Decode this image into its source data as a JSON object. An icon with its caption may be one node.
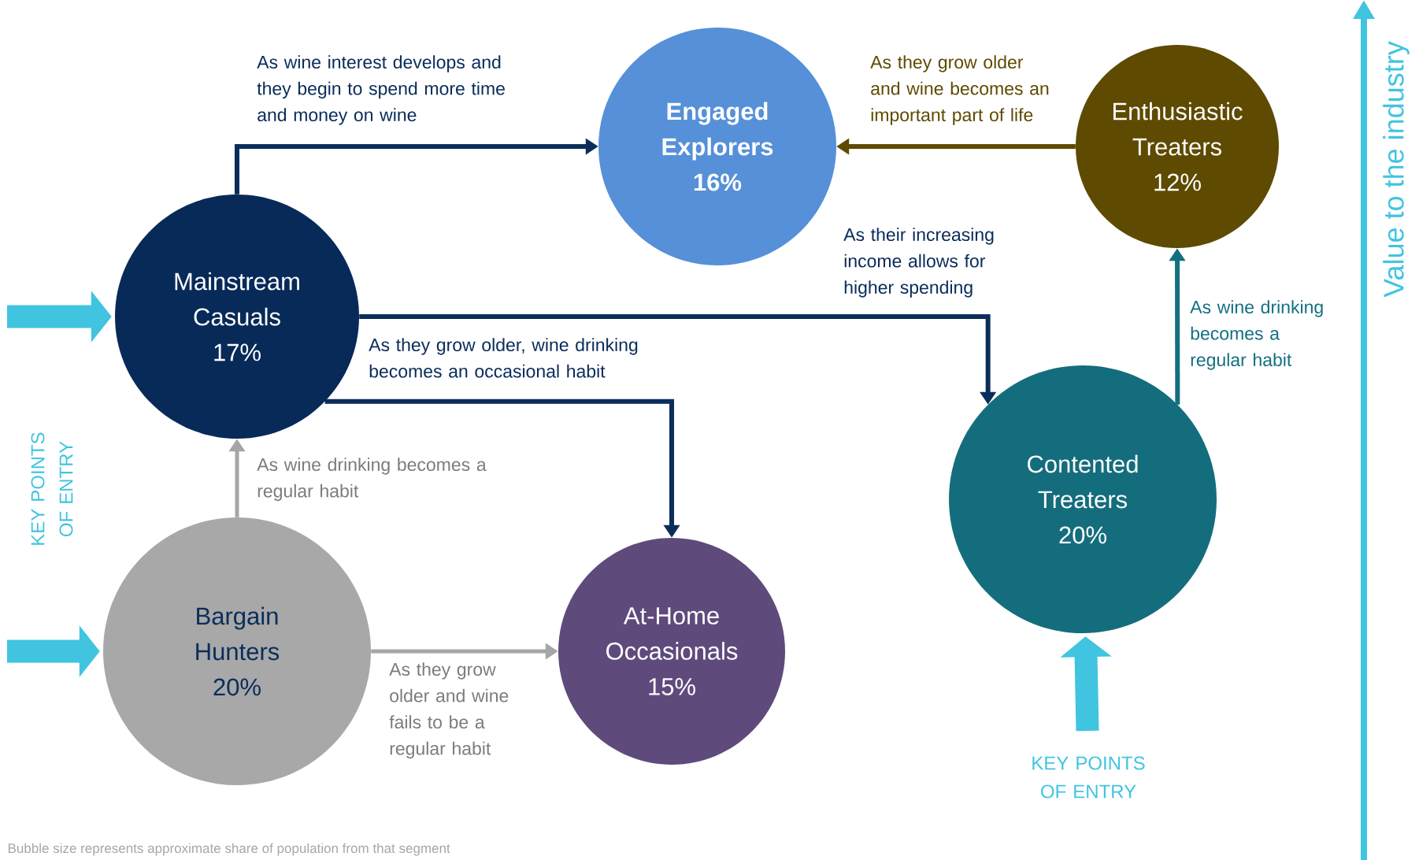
{
  "diagram": {
    "nodes": [
      {
        "text": [
          "Engaged Explorers",
          "16%"
        ]
      },
      {
        "text": [
          "Enthusiastic Treaters",
          "12%"
        ]
      },
      {
        "text": [
          "Mainstream Casuals",
          "17%"
        ]
      },
      {
        "text": [
          "Contented Treaters",
          "20%"
        ]
      },
      {
        "text": [
          "Bargain Hunters",
          "20%"
        ]
      },
      {
        "text": [
          "At-Home Occasionals",
          "15%"
        ]
      }
    ],
    "edges": [
      {
        "from": 2,
        "to": 0,
        "arrow": "to",
        "label": "As wine interest develops and they begin to spend more time and money on wine",
        "color": "#0b2d5b"
      },
      {
        "from": 1,
        "to": 0,
        "arrow": "to",
        "label": "As they grow older and wine becomes an important part of life",
        "color": "#5e4a00"
      },
      {
        "from": 2,
        "to": 3,
        "arrow": "to",
        "label": "As their increasing income allows for higher spending",
        "color": "#0b2d5b"
      },
      {
        "from": 2,
        "to": 5,
        "arrow": "to",
        "label": "As they grow older, wine drinking becomes an occasional habit",
        "color": "#0b2d5b"
      },
      {
        "from": 4,
        "to": 2,
        "arrow": "to",
        "label": "As wine drinking becomes a regular habit",
        "color": "#a6a6a6"
      },
      {
        "from": 4,
        "to": 5,
        "arrow": "to",
        "label": "As they grow older and wine fails to be a regular habit",
        "color": "#a6a6a6"
      },
      {
        "from": 3,
        "to": 1,
        "arrow": "to",
        "label": "As wine drinking becomes a regular habit",
        "color": "#137080"
      },
      {
        "from": null,
        "to": 2,
        "arrow": "to",
        "style": "thick",
        "color": "#40c4e0"
      },
      {
        "from": null,
        "to": 4,
        "arrow": "to",
        "style": "thick",
        "color": "#40c4e0"
      },
      {
        "from": null,
        "to": 3,
        "arrow": "to",
        "style": "thick",
        "color": "#40c4e0"
      }
    ],
    "labels": [
      "Value to the industry",
      "KEY POINTS OF ENTRY",
      "KEY POINTS OF ENTRY",
      "Bubble size represents approximate share of population from that segment"
    ]
  }
}
